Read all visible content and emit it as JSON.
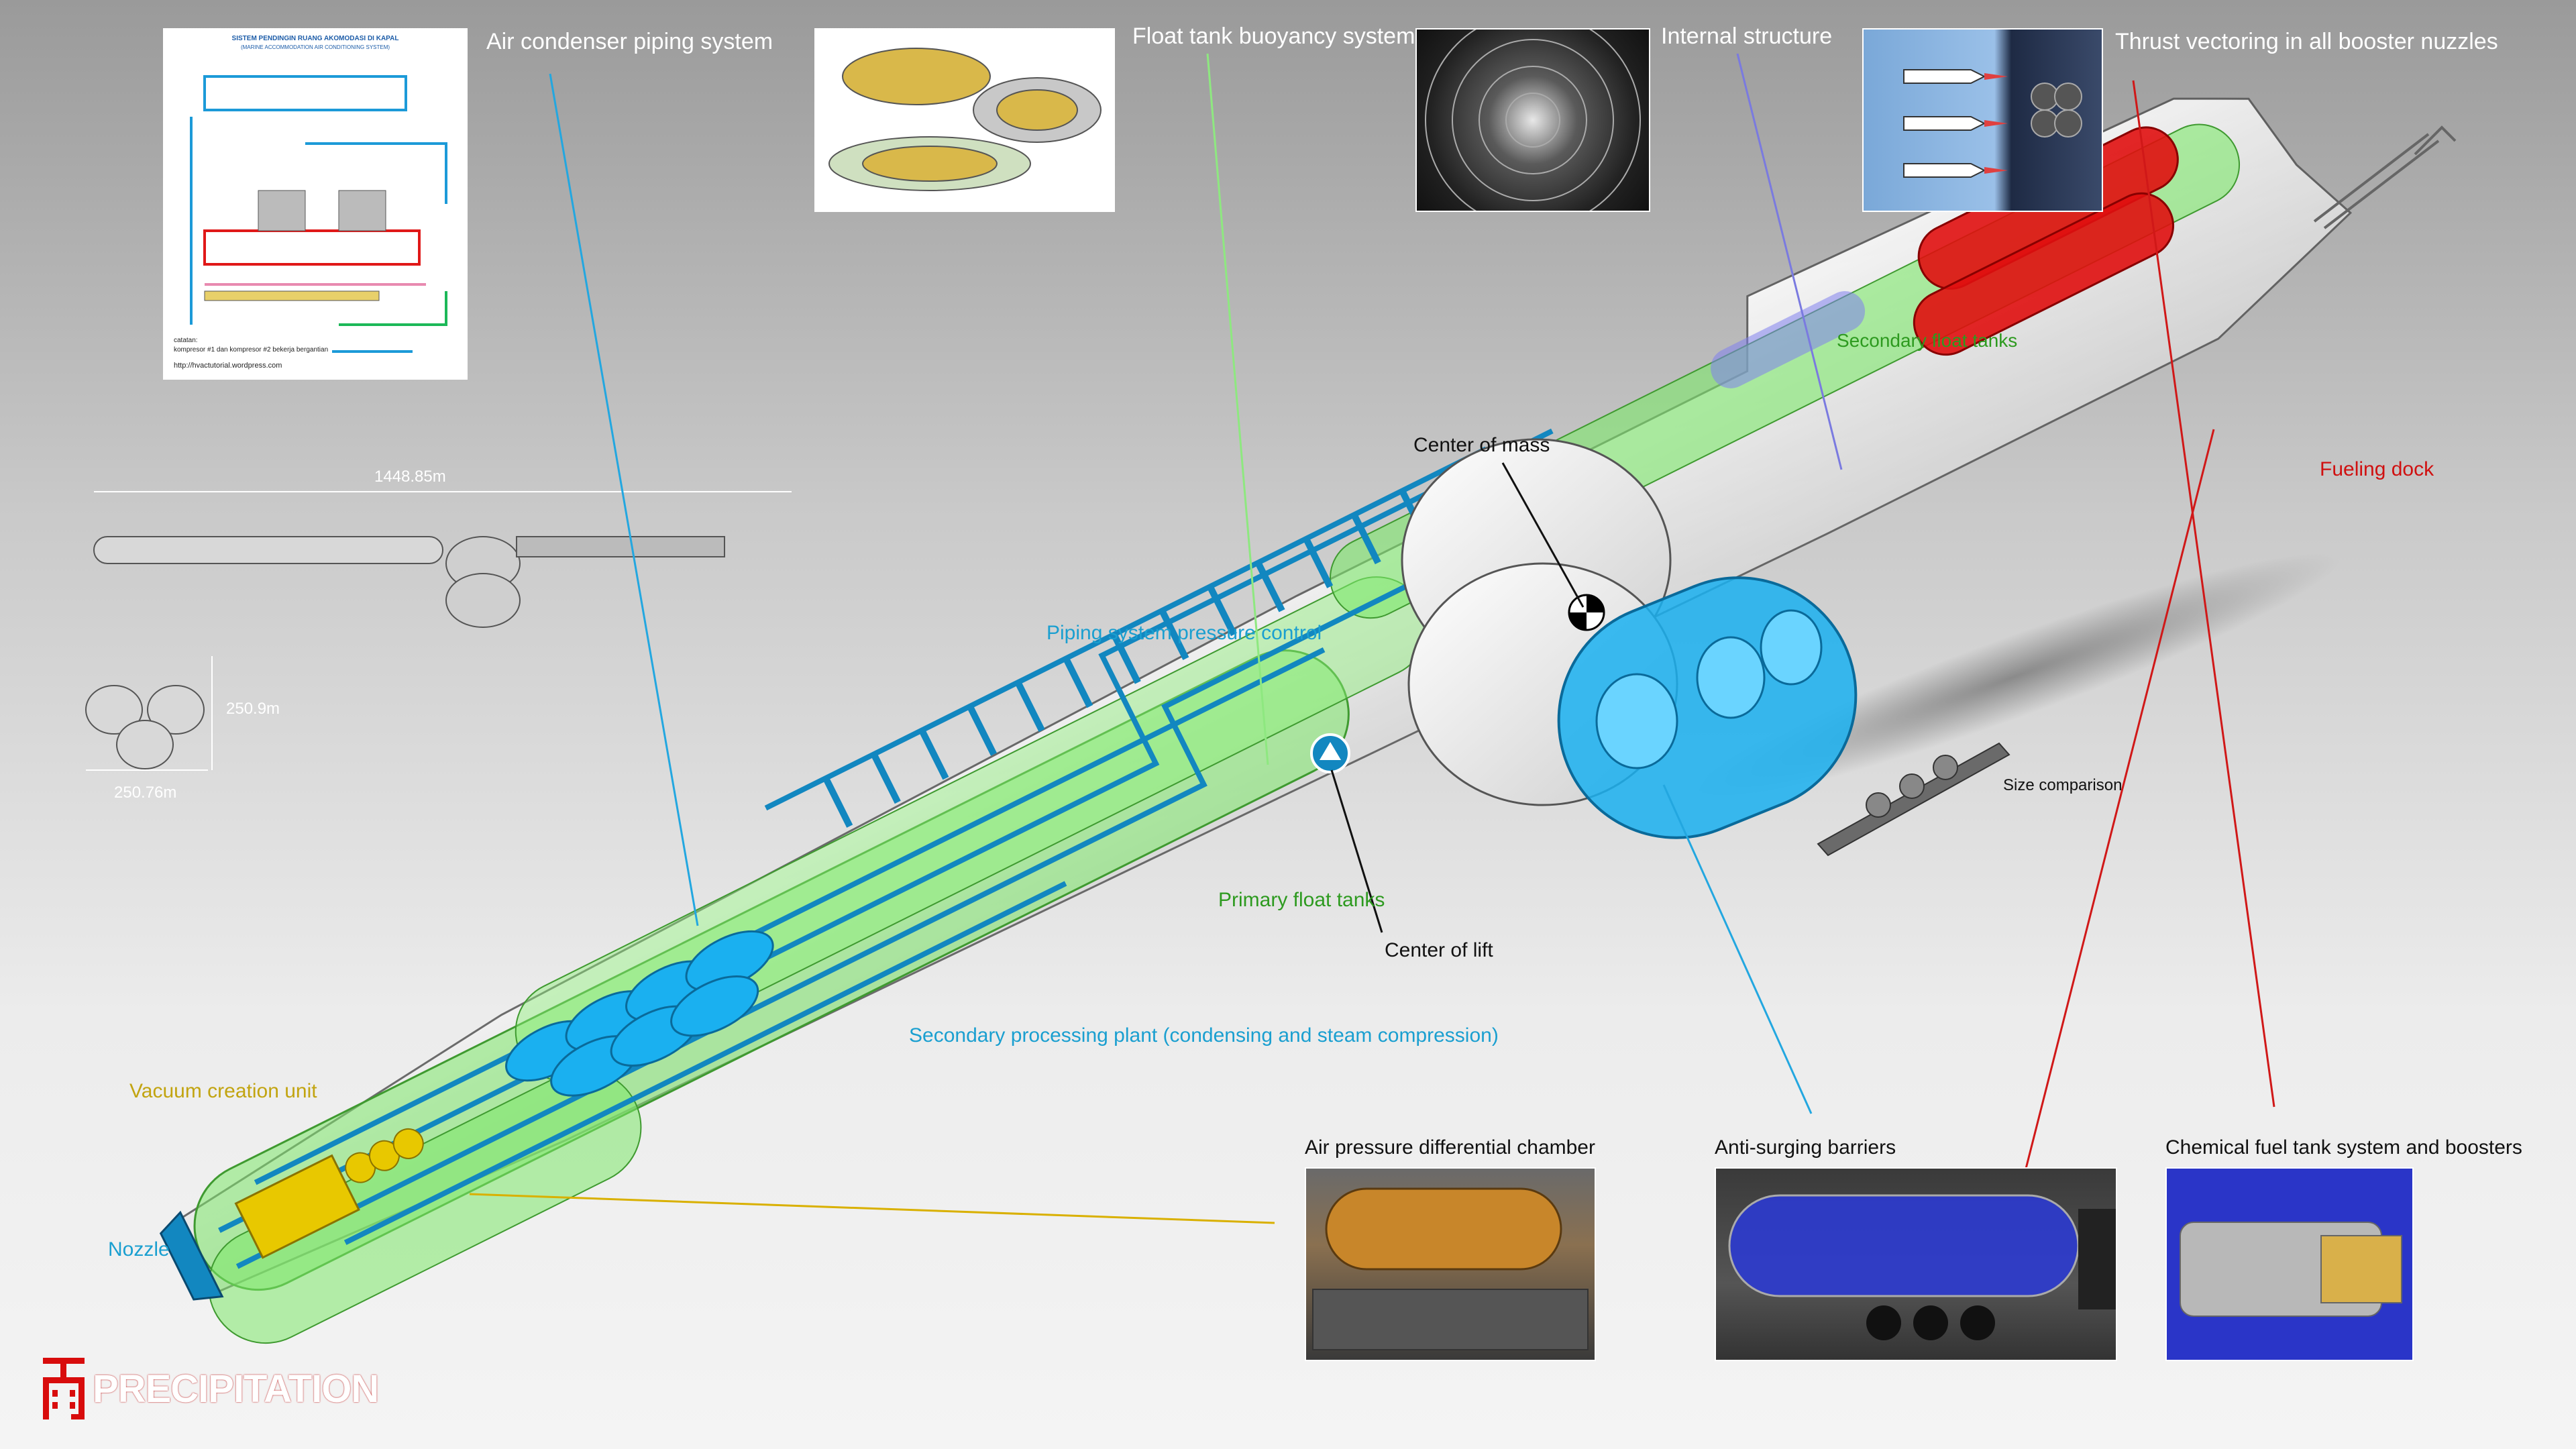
{
  "title_labels": {
    "air_condenser": "Air condenser piping system",
    "float_tank": "Float tank buoyancy system",
    "internal_structure": "Internal structure",
    "thrust_vectoring": "Thrust vectoring in all booster nuzzles",
    "center_of_mass": "Center of mass",
    "fueling_dock": "Fueling dock",
    "secondary_float_tanks": "Secondary float tanks",
    "piping_pressure": "Piping system pressure control",
    "primary_float_tanks": "Primary float tanks",
    "center_of_lift": "Center of lift",
    "size_comparison": "Size comparison",
    "secondary_processing": "Secondary processing plant (condensing and steam compression)",
    "vacuum_creation": "Vacuum creation unit",
    "nozzle": "Nozzle",
    "air_pressure_chamber": "Air pressure differential chamber",
    "anti_surging": "Anti-surging barriers",
    "chemical_fuel": "Chemical fuel tank system and boosters"
  },
  "dimensions": {
    "length": "1448.85m",
    "height": "250.9m",
    "width": "250.76m"
  },
  "thumbnails": {
    "hvac_title": "SISTEM PENDINGIN RUANG AKOMODASI DI KAPAL",
    "hvac_subtitle": "(MARINE ACCOMMODATION AIR CONDITIONING SYSTEM)",
    "hvac_footer_note": "catatan:",
    "hvac_footer_text": "kompresor #1 dan kompresor #2 bekerja bergantian",
    "hvac_url": "http://hvactutorial.wordpress.com"
  },
  "logo": {
    "text": "PRECIPITATION"
  },
  "colors": {
    "green_tank": "#7de86a",
    "blue_tank": "#1ab0f0",
    "red_tank": "#e01010",
    "pipe_blue": "#1287c0",
    "yellow_unit": "#e8c800",
    "leader_blue": "#23a7e0",
    "leader_green": "#8ee880",
    "leader_purple": "#7a7ae0",
    "leader_red": "#d01818",
    "leader_yellow": "#d9b000"
  }
}
